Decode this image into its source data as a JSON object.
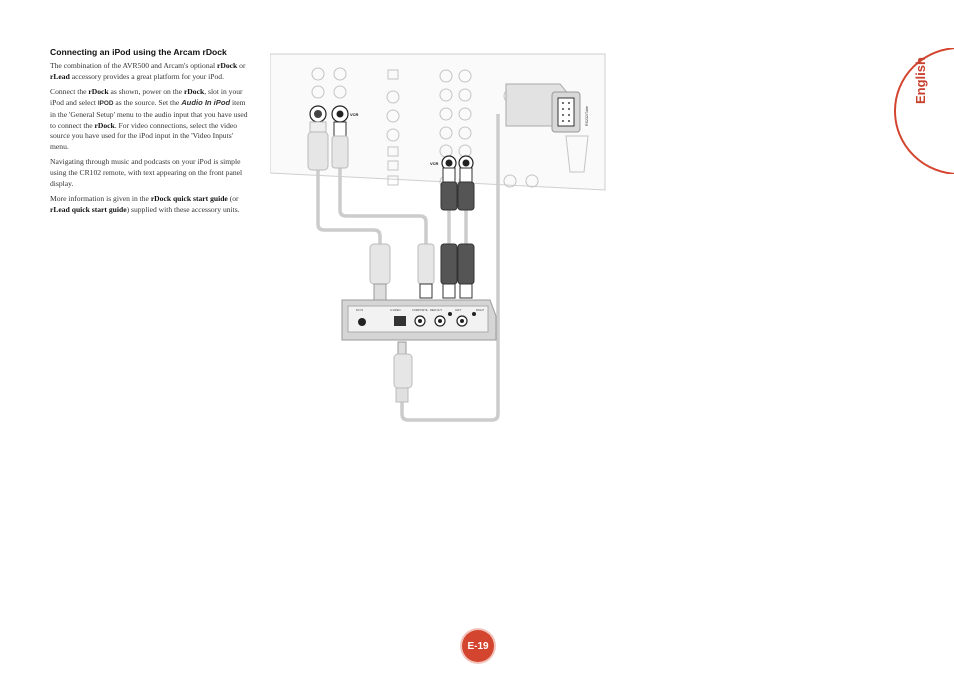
{
  "heading": "Connecting an iPod using the Arcam rDock",
  "para1": {
    "a": "The combination of the AVR500 and Arcam's optional ",
    "b1": "rDock",
    "c": " or ",
    "b2": "rLead",
    "d": " accessory provides a great platform for your iPod."
  },
  "para2": {
    "a": "Connect the ",
    "b1": "rDock",
    "c": " as shown, power on the ",
    "b2": "rDock",
    "d": ", slot in your iPod and select ",
    "sc": "IPOD",
    "e": " as the source. Set the ",
    "bi": "Audio In iPod",
    "f": " item in the 'General Setup' menu to the audio input that you have used to connect the ",
    "b3": "rDock",
    "g": ". For video connections, select the video source you have used for the iPod input in the 'Video Inputs' menu."
  },
  "para3": "Navigating through music and podcasts on your iPod is simple using the CR102 remote, with text appearing on the front panel display.",
  "para4": {
    "a": "More information is given in the ",
    "b1": "rDock quick start guide",
    "c": " (or ",
    "b2": "rLead quick start guide",
    "d": ") supplied with these accessory units."
  },
  "language_tab": "English",
  "page_number": "E-19",
  "diagram": {
    "vcr_label_left": "VCR",
    "vcr_label_right": "VCR",
    "rs232_label": "RS232/Tube",
    "rdock_labels": [
      "DC IN",
      "S-VIDEO",
      "COMPOSITE",
      "REM OUT",
      "LEFT",
      "RIGHT"
    ]
  },
  "colors": {
    "accent": "#d4452f",
    "cable": "#c8c8c8",
    "panel": "#cfcfcf"
  }
}
